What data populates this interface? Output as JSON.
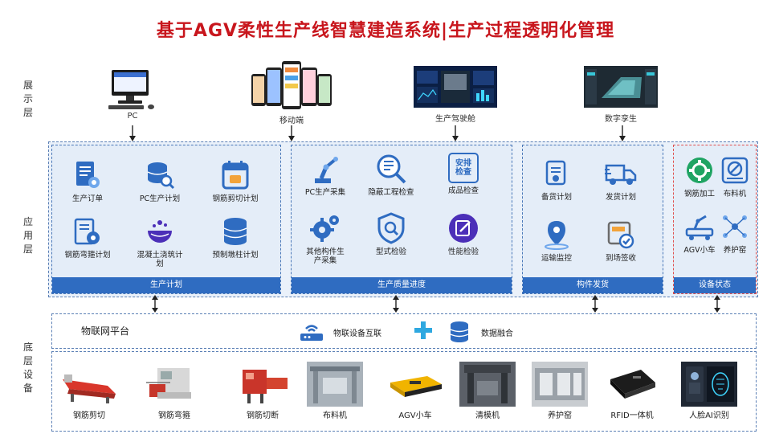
{
  "title": "基于AGV柔性生产线智慧建造系统|生产过程透明化管理",
  "layers": {
    "display": "展示层",
    "application": "应用层",
    "bottom": "底层设备"
  },
  "display_items": [
    {
      "label": "PC",
      "icon": "desktop-computer-icon"
    },
    {
      "label": "移动端",
      "icon": "mobile-phones-icon"
    },
    {
      "label": "生产驾驶舱",
      "icon": "dashboard-screen-icon"
    },
    {
      "label": "数字孪生",
      "icon": "digital-twin-icon"
    }
  ],
  "groups": {
    "plan": {
      "title": "生产计划",
      "items": [
        {
          "label": "生产订单",
          "icon": "order-document-icon"
        },
        {
          "label": "PC生产计划",
          "icon": "database-search-icon"
        },
        {
          "label": "钢筋剪切计划",
          "icon": "calendar-icon"
        },
        {
          "label": "钢筋弯箍计划",
          "icon": "checklist-gear-icon"
        },
        {
          "label": "混凝土浇筑计划",
          "icon": "concrete-pour-icon"
        },
        {
          "label": "预制墩柱计划",
          "icon": "database-stack-icon"
        }
      ]
    },
    "quality": {
      "title": "生产质量进度",
      "items": [
        {
          "label": "PC生产采集",
          "icon": "robot-arm-icon"
        },
        {
          "label": "隐蔽工程检查",
          "icon": "magnifier-document-icon"
        },
        {
          "label": "成品检查",
          "icon": "inspection-badge-icon"
        },
        {
          "label": "其他构件生产采集",
          "icon": "gears-icon"
        },
        {
          "label": "型式检验",
          "icon": "shield-search-icon"
        },
        {
          "label": "性能检验",
          "icon": "edit-circle-icon"
        }
      ],
      "badge_text": "安排检查"
    },
    "ship": {
      "title": "构件发货",
      "items": [
        {
          "label": "备货计划",
          "icon": "stock-plan-icon"
        },
        {
          "label": "发货计划",
          "icon": "truck-icon"
        },
        {
          "label": "运输监控",
          "icon": "map-pin-icon"
        },
        {
          "label": "到场签收",
          "icon": "sign-receipt-icon"
        }
      ]
    },
    "status": {
      "title": "设备状态",
      "items": [
        {
          "label": "钢筋加工",
          "icon": "gear-green-icon"
        },
        {
          "label": "布料机",
          "icon": "distributor-icon"
        },
        {
          "label": "AGV小车",
          "icon": "agv-robot-icon"
        },
        {
          "label": "养护窑",
          "icon": "network-nodes-icon"
        }
      ]
    }
  },
  "iot": {
    "title": "物联网平台",
    "items": [
      {
        "label": "物联设备互联",
        "icon": "router-icon"
      },
      {
        "label": "",
        "icon": "plus-icon"
      },
      {
        "label": "数据融合",
        "icon": "database-icon"
      }
    ]
  },
  "devices": [
    {
      "label": "钢筋剪切"
    },
    {
      "label": "钢筋弯箍"
    },
    {
      "label": "钢筋切断"
    },
    {
      "label": "布料机"
    },
    {
      "label": "AGV小车"
    },
    {
      "label": "清模机"
    },
    {
      "label": "养护窑"
    },
    {
      "label": "RFID一体机"
    },
    {
      "label": "人脸AI识别"
    }
  ],
  "colors": {
    "title_red": "#c8161d",
    "bar_blue": "#2f6cc1",
    "icon_blue": "#2f6cc1",
    "accent_green": "#1fa463"
  }
}
